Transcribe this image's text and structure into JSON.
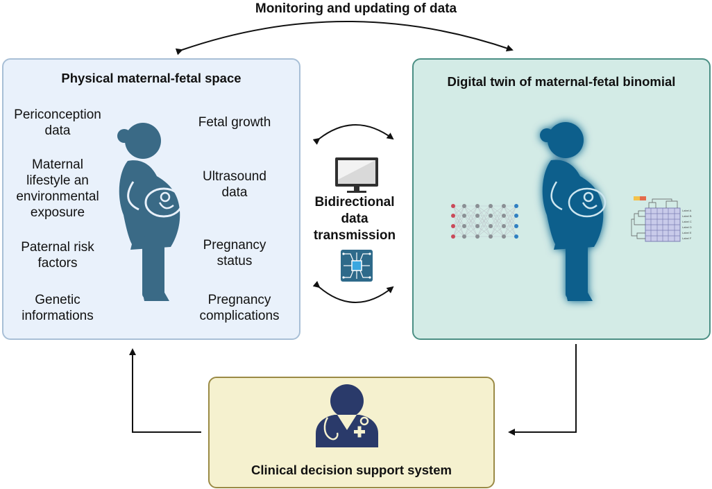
{
  "top_cycle_label": "Monitoring and updating of data",
  "physical": {
    "title": "Physical maternal-fetal space",
    "left_factors": [
      "Periconception\ndata",
      "Maternal\nlifestyle an\nenvironmental\nexposure",
      "Paternal risk\nfactors",
      "Genetic\ninformations"
    ],
    "right_factors": [
      "Fetal growth",
      "Ultrasound\ndata",
      "Pregnancy\nstatus",
      "Pregnancy\ncomplications"
    ]
  },
  "digital": {
    "title": "Digital twin of maternal-fetal binomial",
    "heatmap_row_labels": [
      "Label A",
      "Label B",
      "Label C",
      "Label D",
      "Label E",
      "Label F"
    ]
  },
  "center": {
    "label": "Bidirectional\ndata\ntransmission"
  },
  "clinical": {
    "title": "Clinical decision support system"
  },
  "colors": {
    "physical_fill": "#e9f1fb",
    "digital_fill": "#d3ebe6",
    "clinical_fill": "#f5f1cf",
    "figure_physical": "#3a6a86",
    "figure_digital": "#0e5f8c",
    "doctor": "#2a3a6a"
  },
  "icons": [
    "pregnant-woman-icon",
    "monitor-icon",
    "circuit-chip-icon",
    "neural-network-icon",
    "heatmap-icon",
    "doctor-icon"
  ]
}
